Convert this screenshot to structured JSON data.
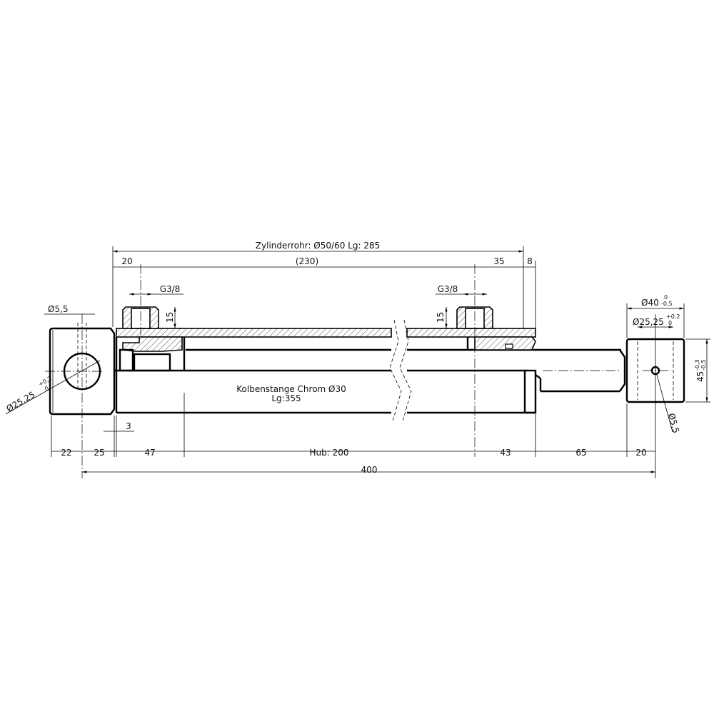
{
  "drawing": {
    "tube_label": "Zylinderrohr: Ø50/60 Lg: 285",
    "rod_label_line1": "Kolbenstange Chrom Ø30",
    "rod_label_line2": "Lg:355",
    "port_left_label": "G3/8",
    "port_right_label": "G3/8",
    "port_left_height": "15",
    "port_right_height": "15",
    "dim_top": {
      "d20": "20",
      "d230": "(230)",
      "d35": "35",
      "d8": "8"
    },
    "dim_bottom": {
      "d22": "22",
      "d25": "25",
      "d47": "47",
      "stroke": "Hub: 200",
      "d43": "43",
      "d65": "65",
      "d20": "20",
      "total": "400"
    },
    "dim_groove": "3",
    "left_eye": {
      "hole": "Ø5,5",
      "bore": "Ø25,25",
      "tol_upper": "+0,2",
      "tol_lower": "0"
    },
    "right_eye": {
      "outer": "Ø40",
      "outer_tol_upper": "0",
      "outer_tol_lower": "-0,5",
      "bore": "Ø25,25",
      "bore_tol_upper": "+0,2",
      "bore_tol_lower": "0",
      "width": "45",
      "width_tol_upper": "-0,3",
      "width_tol_lower": "-0,5",
      "hole": "Ø5,5"
    }
  }
}
